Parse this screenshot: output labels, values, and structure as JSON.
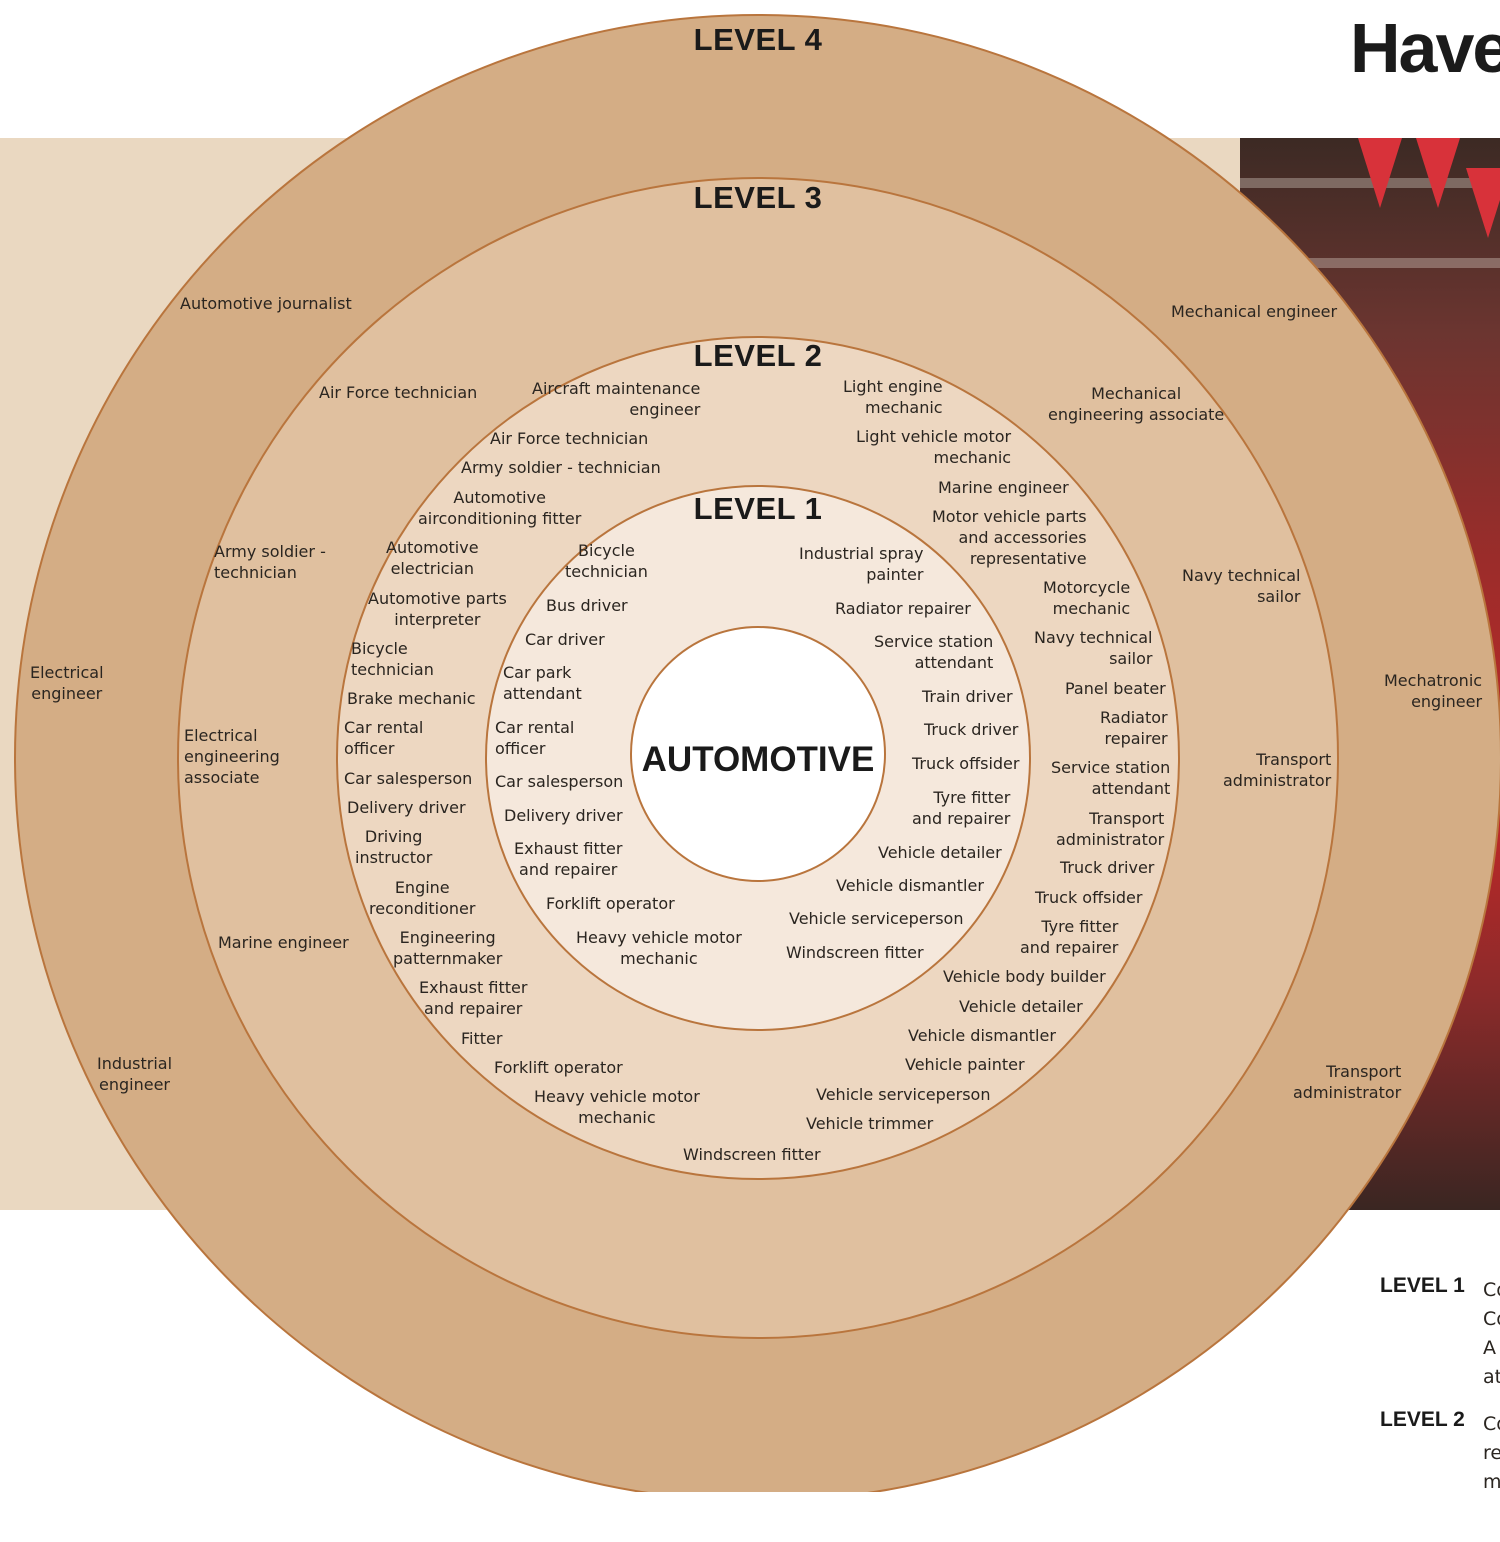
{
  "heading": "Have",
  "diagram": {
    "center": "AUTOMOTIVE",
    "colors": {
      "level4": "#d4ad85",
      "level3": "#e0c09f",
      "level2": "#edd7c1",
      "level1": "#f5e8dc",
      "core": "#ffffff",
      "ring_stroke": "#b9753d"
    },
    "level_titles": {
      "l1": "LEVEL 1",
      "l2": "LEVEL 2",
      "l3": "LEVEL 3",
      "l4": "LEVEL 4"
    },
    "level1": {
      "left": [
        "Bicycle\ntechnician",
        "Bus driver",
        "Car driver",
        "Car park\nattendant",
        "Car rental\nofficer",
        "Car salesperson",
        "Delivery driver",
        "Exhaust fitter\nand repairer",
        "Forklift operator",
        "Heavy vehicle motor\nmechanic"
      ],
      "right": [
        "Industrial spray\npainter",
        "Radiator repairer",
        "Service station\nattendant",
        "Train driver",
        "Truck driver",
        "Truck offsider",
        "Tyre fitter\nand repairer",
        "Vehicle detailer",
        "Vehicle dismantler",
        "Vehicle serviceperson",
        "Windscreen fitter"
      ]
    },
    "level2": {
      "left": [
        "Aircraft maintenance\nengineer",
        "Air Force technician",
        "Army soldier - technician",
        "Automotive\nairconditioning fitter",
        "Automotive\nelectrician",
        "Automotive parts\ninterpreter",
        "Bicycle\ntechnician",
        "Brake mechanic",
        "Car rental\nofficer",
        "Car salesperson",
        "Delivery driver",
        "Driving\ninstructor",
        "Engine\nreconditioner",
        "Engineering\npatternmaker",
        "Exhaust fitter\nand repairer",
        "Fitter",
        "Forklift operator",
        "Heavy vehicle motor\nmechanic",
        "Windscreen fitter"
      ],
      "right": [
        "Light engine\nmechanic",
        "Light vehicle motor\nmechanic",
        "Marine engineer",
        "Motor vehicle parts\nand accessories\nrepresentative",
        "Motorcycle\nmechanic",
        "Navy technical\nsailor",
        "Panel beater",
        "Radiator\nrepairer",
        "Service station\nattendant",
        "Transport\nadministrator",
        "Truck driver",
        "Truck offsider",
        "Tyre fitter\nand repairer",
        "Vehicle body builder",
        "Vehicle detailer",
        "Vehicle dismantler",
        "Vehicle painter",
        "Vehicle serviceperson",
        "Vehicle trimmer"
      ]
    },
    "level3": {
      "left": [
        "Air Force technician",
        "Army soldier -\ntechnician",
        "Electrical\nengineering\nassociate",
        "Marine engineer"
      ],
      "right": [
        "Mechanical\nengineering associate",
        "Navy technical\nsailor",
        "Transport\nadministrator"
      ]
    },
    "level4": {
      "left": [
        "Automotive journalist",
        "Electrical\nengineer",
        "Industrial\nengineer"
      ],
      "right": [
        "Mechanical engineer",
        "Mechatronic\nengineer",
        "Transport\nadministrator"
      ]
    }
  },
  "legend": [
    {
      "key": "LEVEL 1",
      "text": "Co\nCo\nA\nat"
    },
    {
      "key": "LEVEL 2",
      "text": "Co\nre\nm"
    }
  ]
}
